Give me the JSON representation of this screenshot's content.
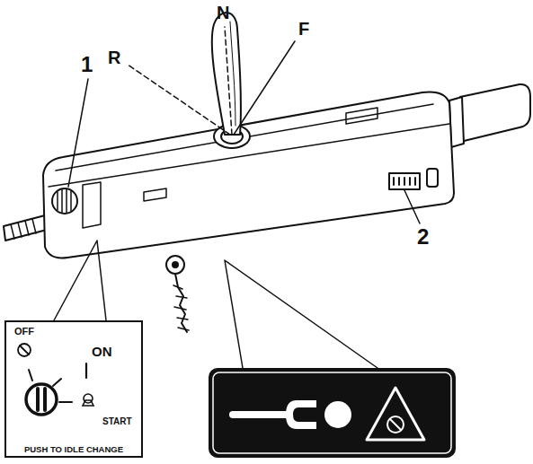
{
  "diagram": {
    "nodes": [
      {
        "text": [
          "OFF",
          "ON",
          "START",
          "PUSH TO IDLE CHANGE"
        ]
      }
    ],
    "labels": [
      "N",
      "R",
      "F",
      "1",
      "2"
    ]
  }
}
